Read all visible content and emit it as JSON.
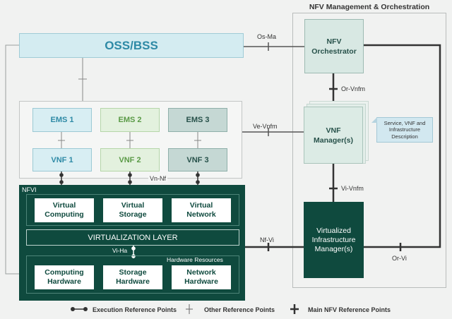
{
  "title": "NFV Management & Orchestration",
  "oss": "OSS/BSS",
  "orchestrator": "NFV Orchestrator",
  "vnfm": "VNF Manager(s)",
  "service_desc": "Service, VNF and Infrastructure Description",
  "vim": "Virtualized Infrastructure Manager(s)",
  "ems": [
    "EMS 1",
    "EMS 2",
    "EMS 3"
  ],
  "vnf": [
    "VNF 1",
    "VNF 2",
    "VNF 3"
  ],
  "nfvi": {
    "label": "NFVI",
    "virtual": [
      "Virtual Computing",
      "Virtual Storage",
      "Virtual Network"
    ],
    "virt_layer": "VIRTUALIZATION LAYER",
    "hw_label": "Hardware Resources",
    "hardware": [
      "Computing Hardware",
      "Storage Hardware",
      "Network Hardware"
    ]
  },
  "ref_points": {
    "os_ma": "Os-Ma",
    "or_vnfm": "Or-Vnfm",
    "ve_vnfm": "Ve-Vnfm",
    "vi_vnfm": "Vi-Vnfm",
    "nf_vi": "Nf-Vi",
    "or_vi": "Or-Vi",
    "vn_nf": "Vn-Nf",
    "vi_ha": "Vi-Ha"
  },
  "legend": {
    "execution": "Execution Reference Points",
    "other": "Other Reference Points",
    "main": "Main NFV Reference Points"
  },
  "colors": {
    "dark_green": "#0f4a3e",
    "oss_fill": "#d4ecf1",
    "orch_fill": "#d8e8e3"
  }
}
